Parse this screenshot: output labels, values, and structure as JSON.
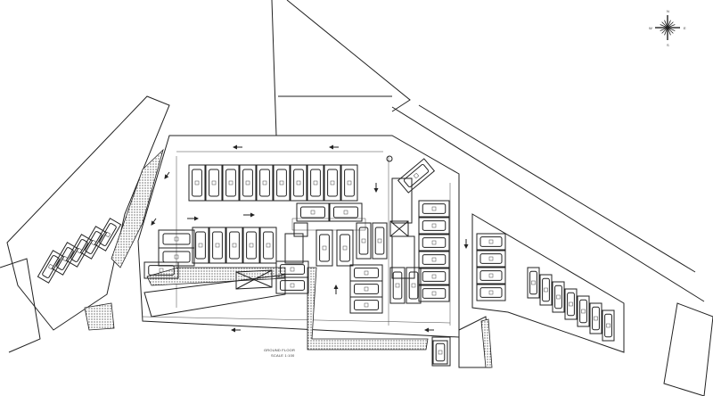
{
  "drawing": {
    "title": "GROUND FLOOR",
    "scale": "SCALE 1:100",
    "type": "Basement / ground floor parking layout"
  },
  "compass": {
    "north": "N",
    "south": "S",
    "east": "E",
    "west": "W"
  },
  "colors": {
    "line": "#222222",
    "background": "#ffffff"
  }
}
